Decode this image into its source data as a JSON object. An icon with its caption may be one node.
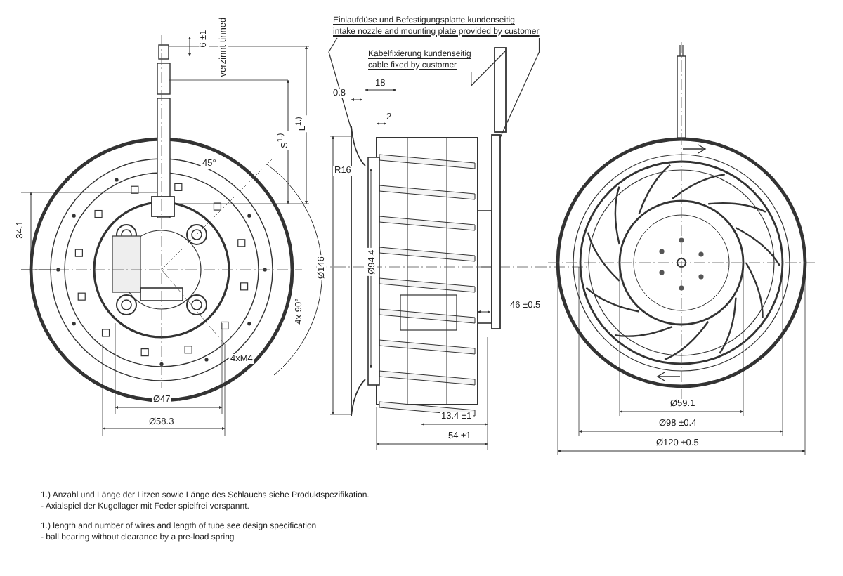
{
  "diagram": {
    "nodes": [
      {
        "text": [
          "Einlaufdüse und Befestigungsplatte kundenseitig",
          "intake nozzle and mounting plate provided by customer"
        ]
      },
      {
        "text": [
          "Kabelfixierung kundenseitig",
          "cable fixed by customer"
        ]
      },
      {
        "text": [],
        "shape": "picture"
      },
      {
        "text": [],
        "shape": "box"
      },
      {
        "text": [],
        "shape": "box"
      }
    ],
    "edges": [
      {
        "from": 0,
        "to": 2,
        "arrow": "none"
      },
      {
        "from": 0,
        "to": 4,
        "arrow": "none"
      },
      {
        "from": 1,
        "to": 3,
        "arrow": "none"
      }
    ],
    "labels": [
      "6 ±1",
      "verzinnt tinned",
      "S$^{1.)}$",
      "L$^{1.)}$",
      "45°",
      "34.1",
      "4x 90°",
      "Ø146",
      "4xM4",
      "Ø47",
      "Ø58.3",
      "0.8",
      "18",
      "2",
      "R16",
      "Ø94.4",
      "46 ±0.5",
      "13.4 ±1",
      "54 ±1",
      "Ø59.1",
      "Ø98 ±0.4",
      "Ø120 ±0.5",
      "1.) Anzahl und Länge der Litzen sowie Länge des Schlauchs siehe Produktspezifikation.",
      "- Axialspiel der Kugellager mit Feder spielfrei verspannt.",
      "1.) length and number of wires and length of tube see design specification",
      "- ball bearing without clearance by a pre-load spring"
    ]
  }
}
